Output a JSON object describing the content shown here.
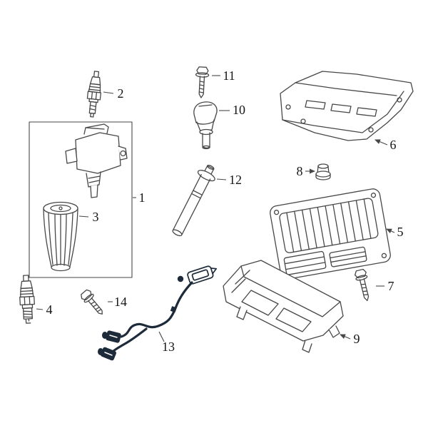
{
  "diagram": {
    "kind": "exploded-parts-diagram",
    "background": "#ffffff",
    "line_color": "#474747",
    "text_color": "#151515",
    "highlight_color": "#1d2a39",
    "callouts": [
      {
        "num": "1",
        "part": "ignition-coil-group"
      },
      {
        "num": "2",
        "part": "spark-plug"
      },
      {
        "num": "3",
        "part": "ignition-coil-boot"
      },
      {
        "num": "4",
        "part": "spark-plug"
      },
      {
        "num": "5",
        "part": "engine-control-module"
      },
      {
        "num": "6",
        "part": "ignition-coil-cover"
      },
      {
        "num": "7",
        "part": "bolt"
      },
      {
        "num": "8",
        "part": "nut"
      },
      {
        "num": "9",
        "part": "module-bracket"
      },
      {
        "num": "10",
        "part": "camshaft-position-sensor"
      },
      {
        "num": "11",
        "part": "bolt"
      },
      {
        "num": "12",
        "part": "crankshaft-position-sensor"
      },
      {
        "num": "13",
        "part": "knock-sensor-harness"
      },
      {
        "num": "14",
        "part": "bolt"
      }
    ]
  }
}
